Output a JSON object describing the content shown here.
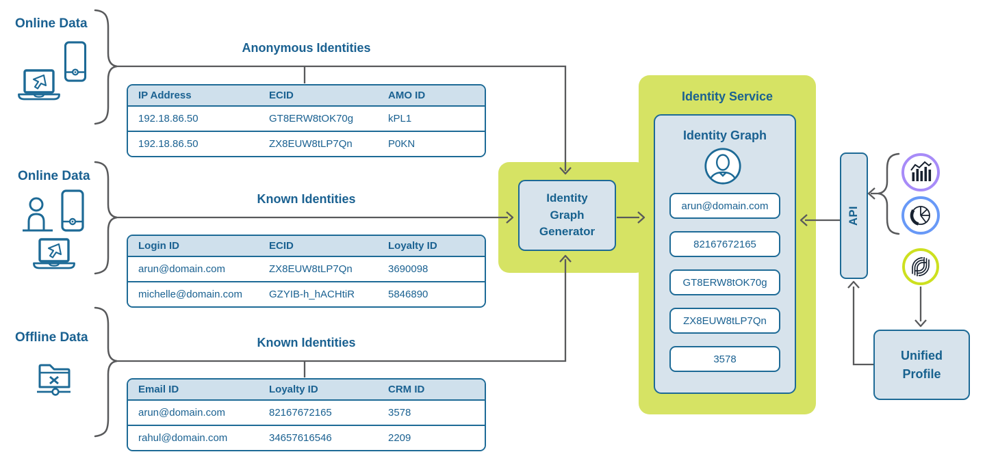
{
  "diagram": {
    "sections": [
      {
        "label": "Online Data",
        "table_title": "Anonymous Identities",
        "columns": [
          "IP Address",
          "ECID",
          "AMO ID"
        ],
        "rows": [
          [
            "192.18.86.50",
            "GT8ERW8tOK70g",
            "kPL1"
          ],
          [
            "192.18.86.50",
            "ZX8EUW8tLP7Qn",
            "P0KN"
          ]
        ]
      },
      {
        "label": "Online Data",
        "table_title": "Known Identities",
        "columns": [
          "Login ID",
          "ECID",
          "Loyalty ID"
        ],
        "rows": [
          [
            "arun@domain.com",
            "ZX8EUW8tLP7Qn",
            "3690098"
          ],
          [
            "michelle@domain.com",
            "GZYIB-h_hACHtiR",
            "5846890"
          ]
        ]
      },
      {
        "label": "Offline Data",
        "table_title": "Known Identities",
        "columns": [
          "Email ID",
          "Loyalty ID",
          "CRM ID"
        ],
        "rows": [
          [
            "arun@domain.com",
            "82167672165",
            "3578"
          ],
          [
            "rahul@domain.com",
            "34657616546",
            "2209"
          ]
        ]
      }
    ],
    "generator_label": "Identity Graph Generator",
    "identity_service": {
      "title": "Identity Service",
      "graph_title": "Identity Graph",
      "ids": [
        "arun@domain.com",
        "82167672165",
        "GT8ERW8tOK70g",
        "ZX8EUW8tLP7Qn",
        "3578"
      ]
    },
    "api_label": "API",
    "unified_profile_label": "Unified Profile",
    "colors": {
      "text_blue": "#1a6191",
      "border_blue": "#1d6a96",
      "fill_light_blue": "#d7e3ec",
      "table_header_blue": "#cfe0ec",
      "highlight_yellow": "#d6e364",
      "arrow_gray": "#58595b",
      "purple_ring": "#a78bf8",
      "blue_ring": "#6899f7",
      "green_ring": "#cde01f",
      "glyph_navy": "#17212f"
    }
  }
}
